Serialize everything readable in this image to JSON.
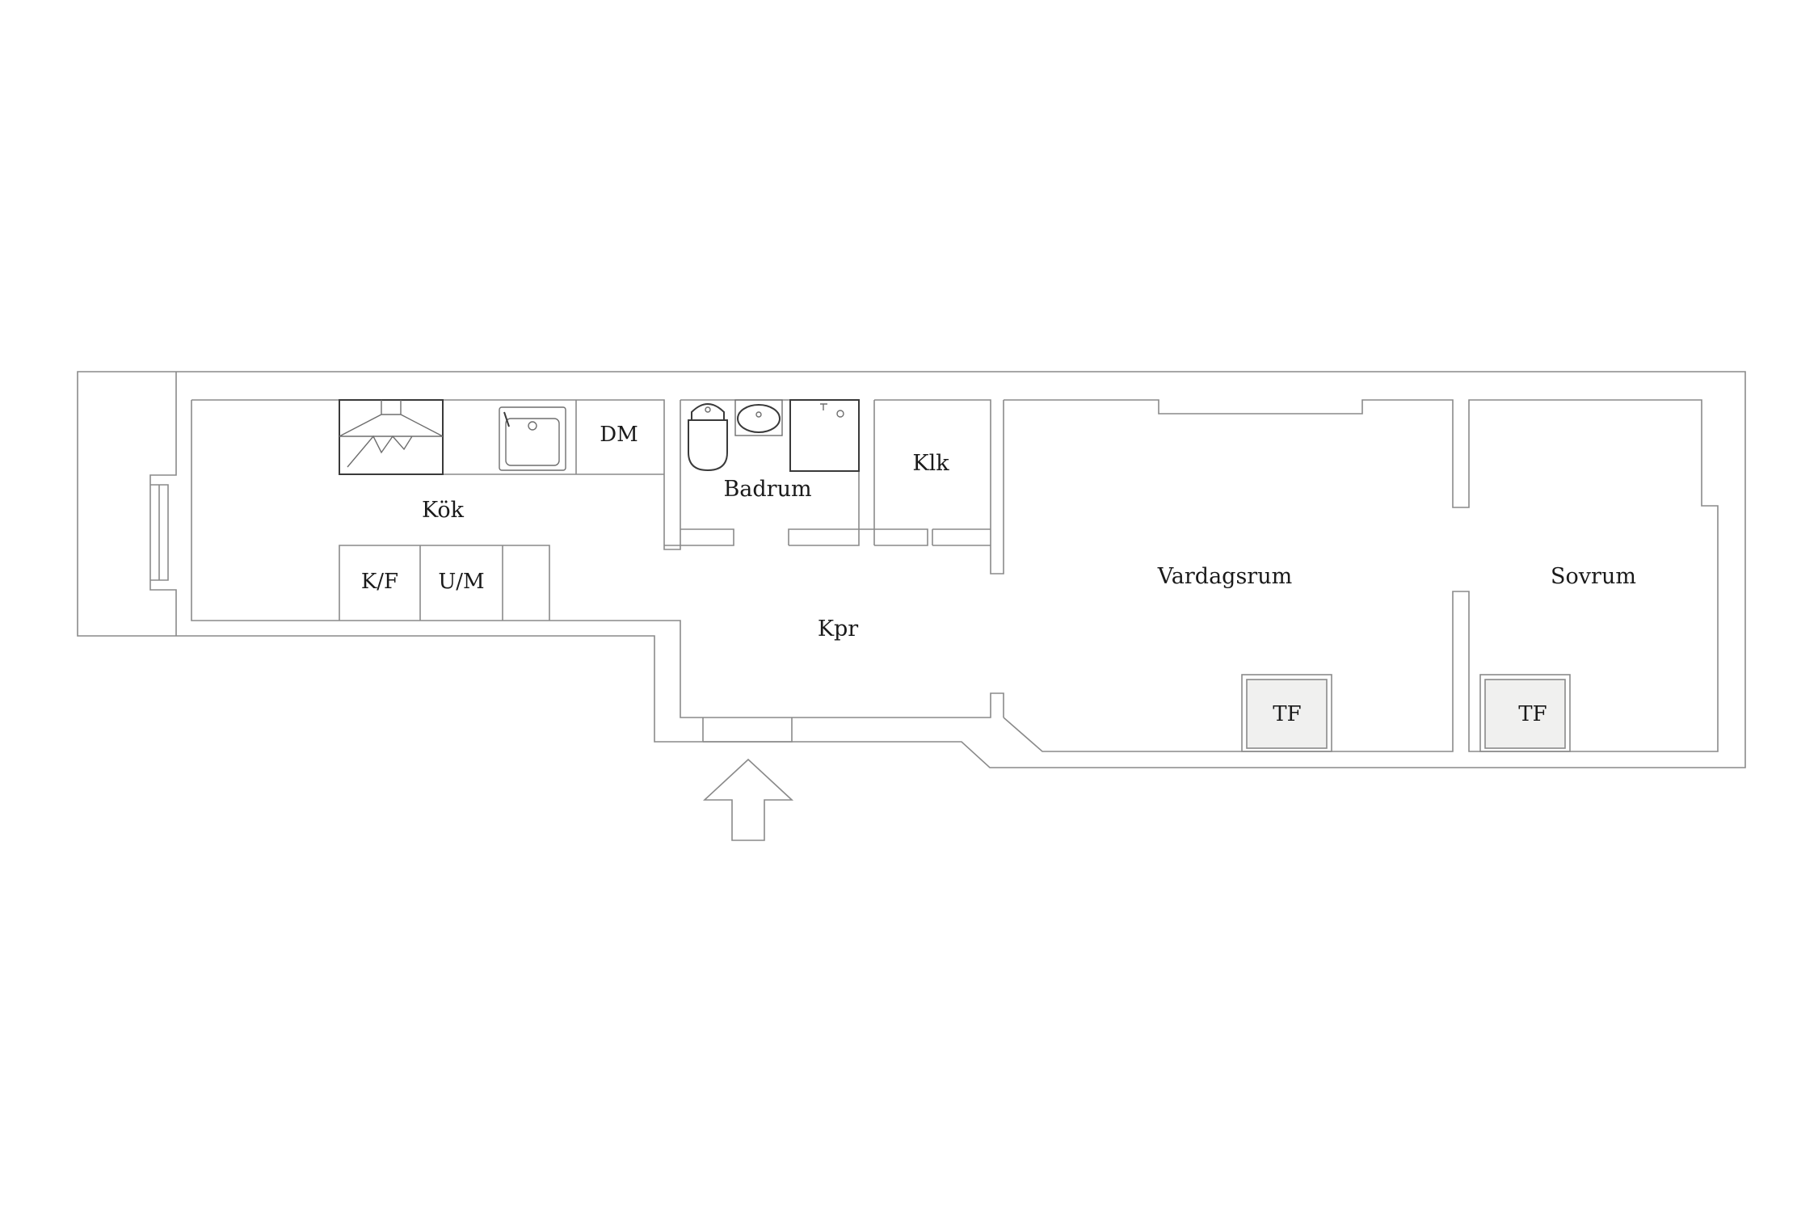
{
  "rooms": {
    "kok": "Kök",
    "badrum": "Badrum",
    "klk": "Klk",
    "kpr": "Kpr",
    "vardagsrum": "Vardagsrum",
    "sovrum": "Sovrum"
  },
  "appliances": {
    "dm": "DM",
    "kf": "K/F",
    "um": "U/M",
    "tf_vardagsrum": "TF",
    "tf_sovrum": "TF"
  },
  "icons": {
    "entrance": "entrance-arrow-icon",
    "stove": "stove-hood-icon",
    "sink": "kitchen-sink-icon",
    "toilet": "toilet-icon",
    "washbasin": "washbasin-icon",
    "shower": "shower-icon"
  },
  "colors": {
    "wall": "#8a8a8a",
    "tf_fill": "#f0f0ef",
    "text": "#1a1a1a"
  }
}
